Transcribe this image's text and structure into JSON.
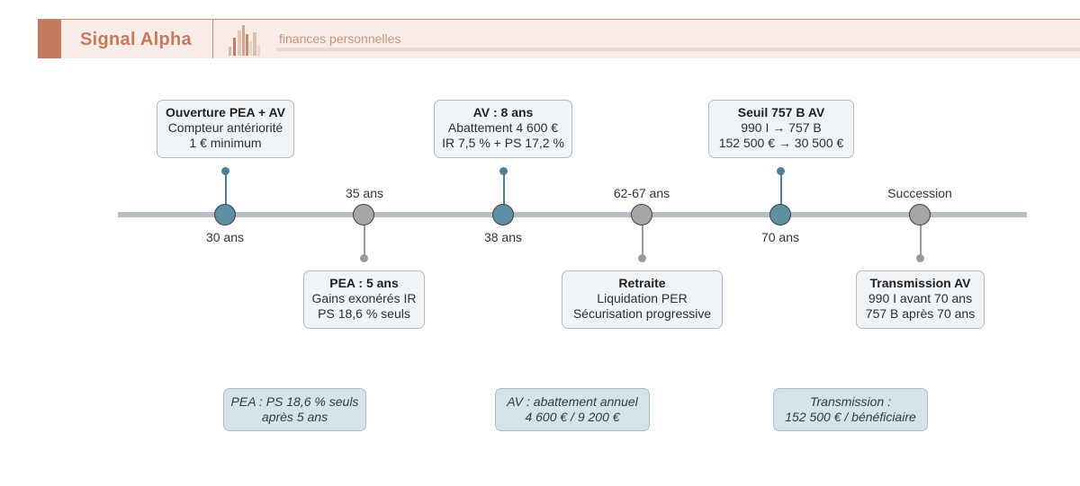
{
  "header": {
    "brand": "Signal Alpha",
    "tagline": "finances personnelles",
    "colors": {
      "accent": "#c47a5e",
      "background": "#f7ece6"
    }
  },
  "timeline": {
    "colors": {
      "above": "#5e8fa3",
      "below": "#a6a6a6",
      "bar": "#b8bcc4"
    },
    "events": [
      {
        "age": "30 ans",
        "title": "Ouverture PEA + AV",
        "line1": "Compteur antériorité",
        "line2": "1 € minimum"
      },
      {
        "age": "35 ans",
        "title": "PEA : 5 ans",
        "line1": "Gains exonérés IR",
        "line2": "PS 18,6 % seuls"
      },
      {
        "age": "38 ans",
        "title": "AV : 8 ans",
        "line1": "Abattement 4 600 €",
        "line2": "IR 7,5 % + PS 17,2 %"
      },
      {
        "age": "62-67 ans",
        "title": "Retraite",
        "line1": "Liquidation PER",
        "line2": "Sécurisation progressive"
      },
      {
        "age": "70 ans",
        "title": "Seuil 757 B AV",
        "line1": "990 I → 757 B",
        "line2": "152 500 € → 30 500 €"
      },
      {
        "age": "Succession",
        "title": "Transmission AV",
        "line1": "990 I avant 70 ans",
        "line2": "757 B après 70 ans"
      }
    ]
  },
  "notes": [
    {
      "line1": "PEA : PS 18,6 % seuls",
      "line2": "après 5 ans"
    },
    {
      "line1": "AV : abattement annuel",
      "line2": "4 600 € / 9 200 €"
    },
    {
      "line1": "Transmission :",
      "line2": "152 500 € / bénéficiaire"
    }
  ]
}
